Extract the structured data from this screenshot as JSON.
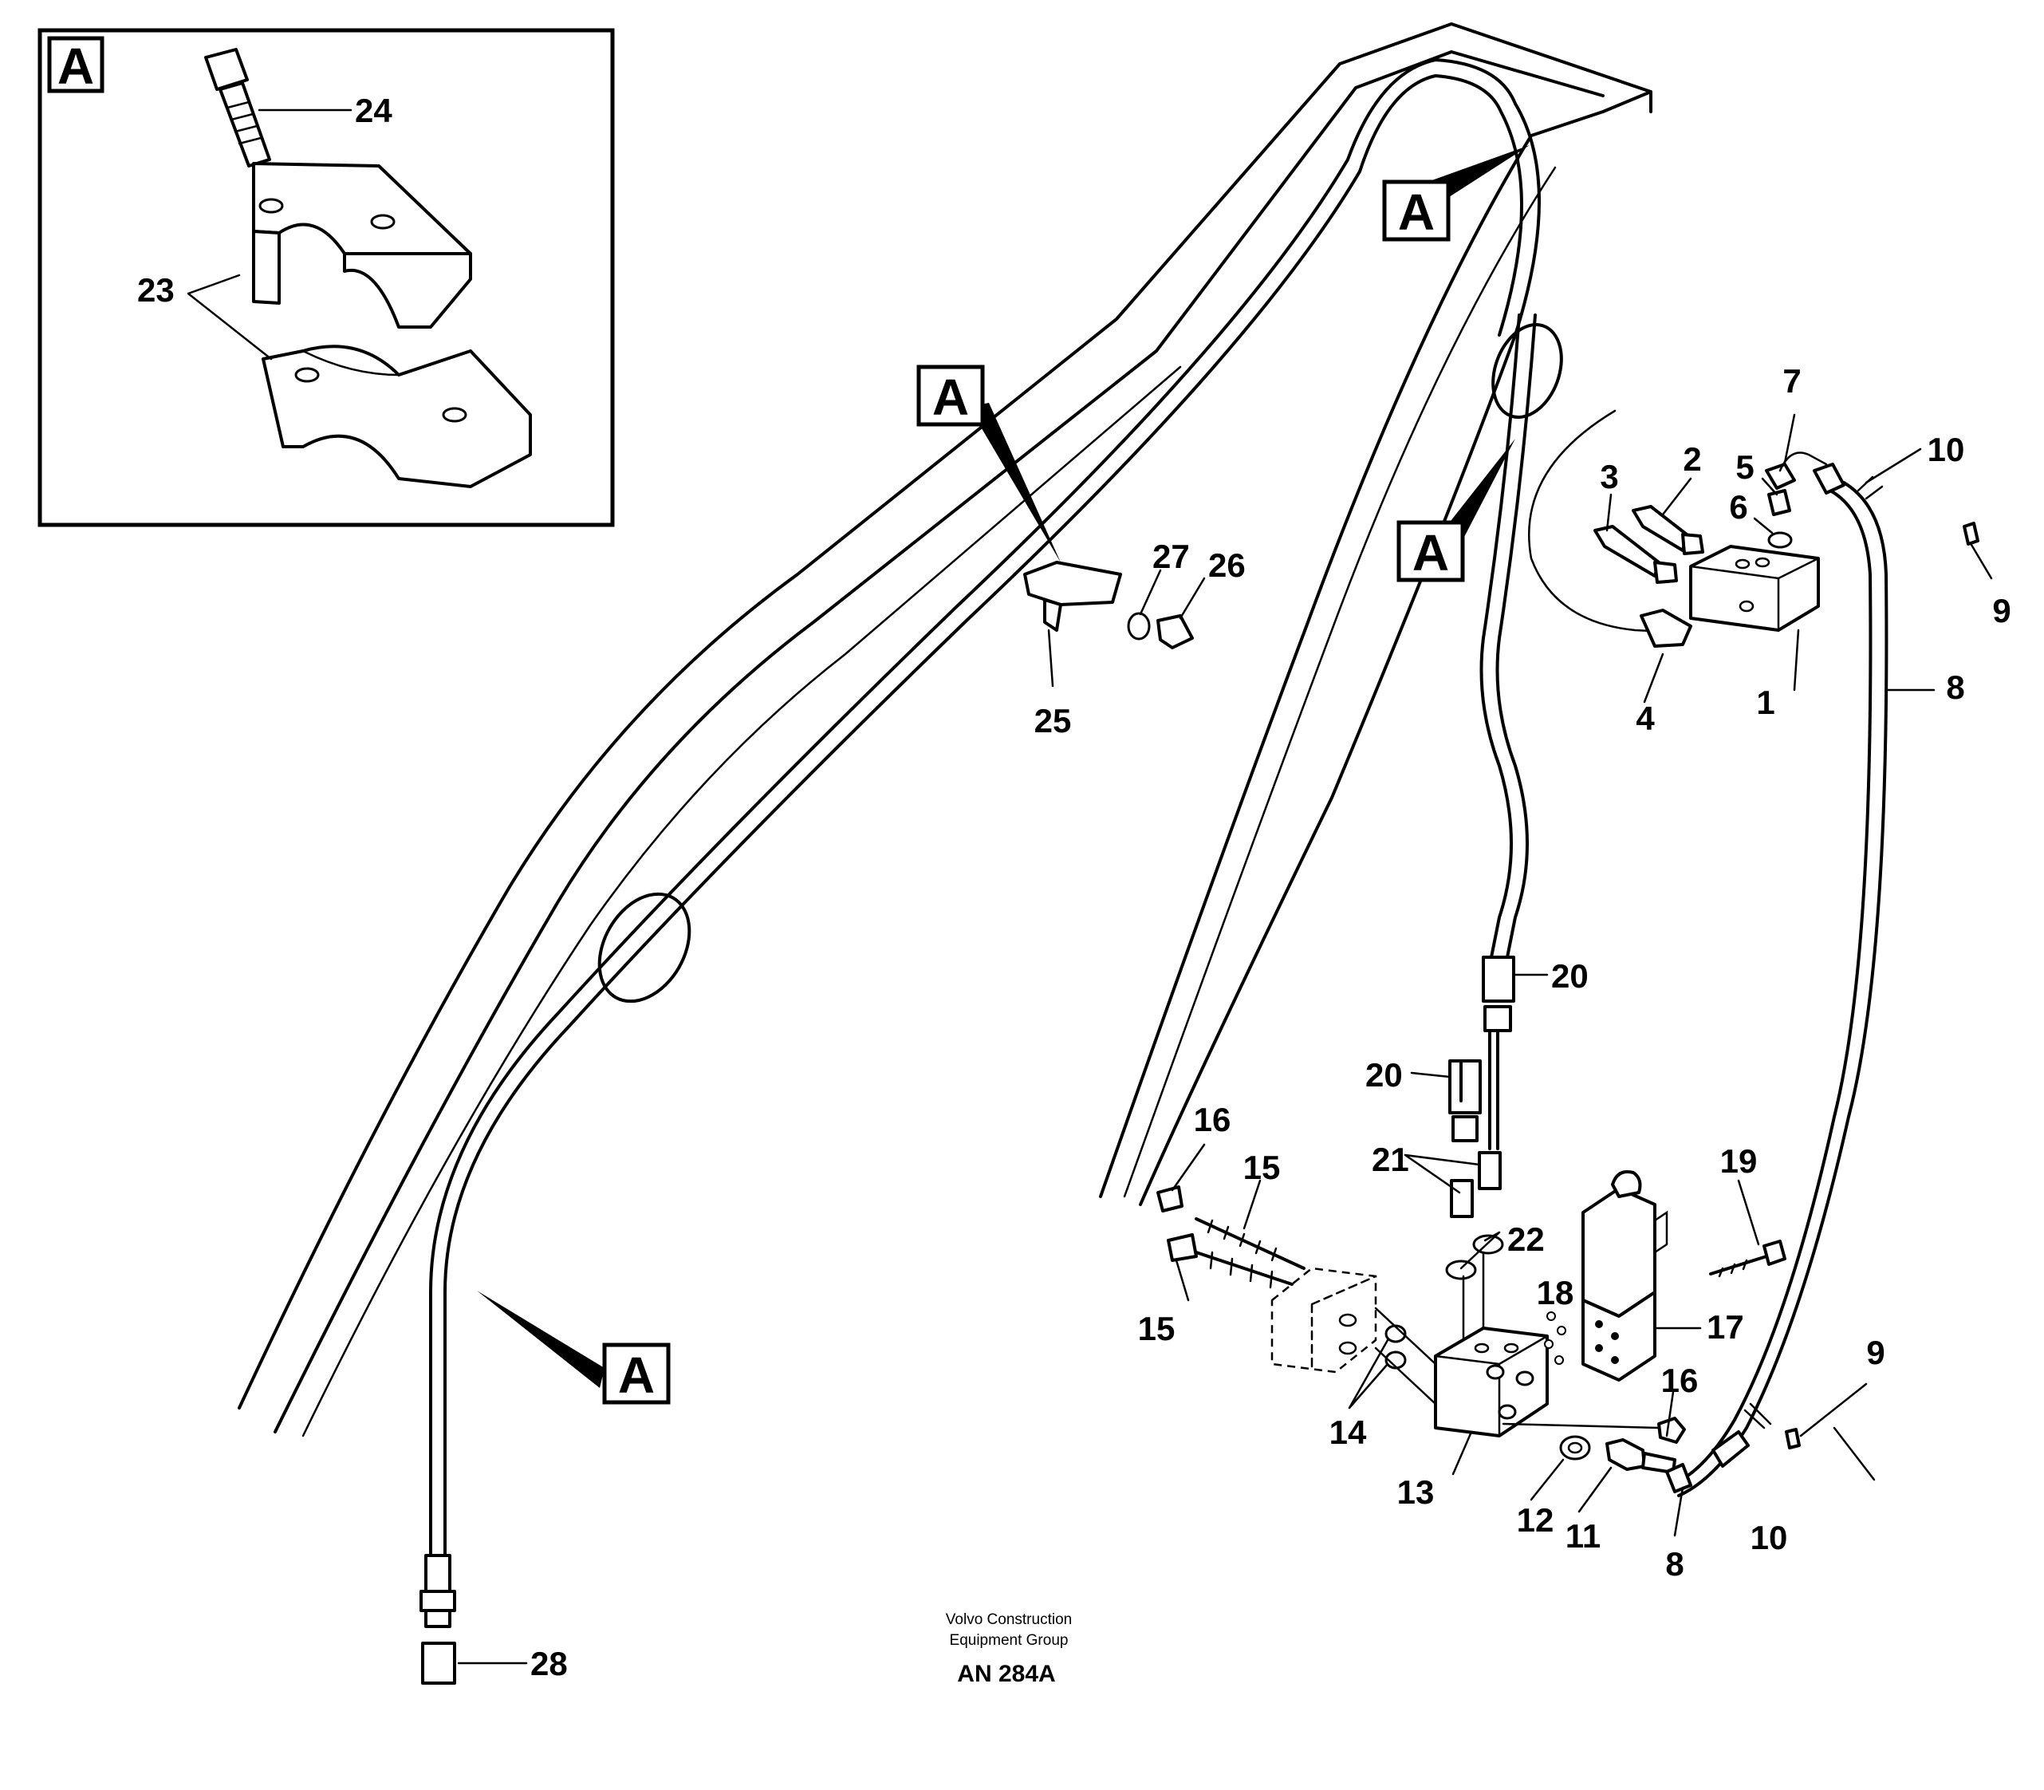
{
  "diagram": {
    "detail_tag": "A",
    "parts": {
      "p1": "1",
      "p2": "2",
      "p3": "3",
      "p4": "4",
      "p5": "5",
      "p6": "6",
      "p7": "7",
      "p8a": "8",
      "p8b": "8",
      "p9a": "9",
      "p9b": "9",
      "p10a": "10",
      "p10b": "10",
      "p11": "11",
      "p12": "12",
      "p13": "13",
      "p14": "14",
      "p15a": "15",
      "p15b": "15",
      "p16a": "16",
      "p16b": "16",
      "p17": "17",
      "p18": "18",
      "p19": "19",
      "p20a": "20",
      "p20b": "20",
      "p21": "21",
      "p22": "22",
      "p23": "23",
      "p24": "24",
      "p25": "25",
      "p26": "26",
      "p27": "27",
      "p28": "28"
    },
    "footer": {
      "company_line1": "Volvo Construction",
      "company_line2": "Equipment Group",
      "code": "AN 284A"
    }
  }
}
